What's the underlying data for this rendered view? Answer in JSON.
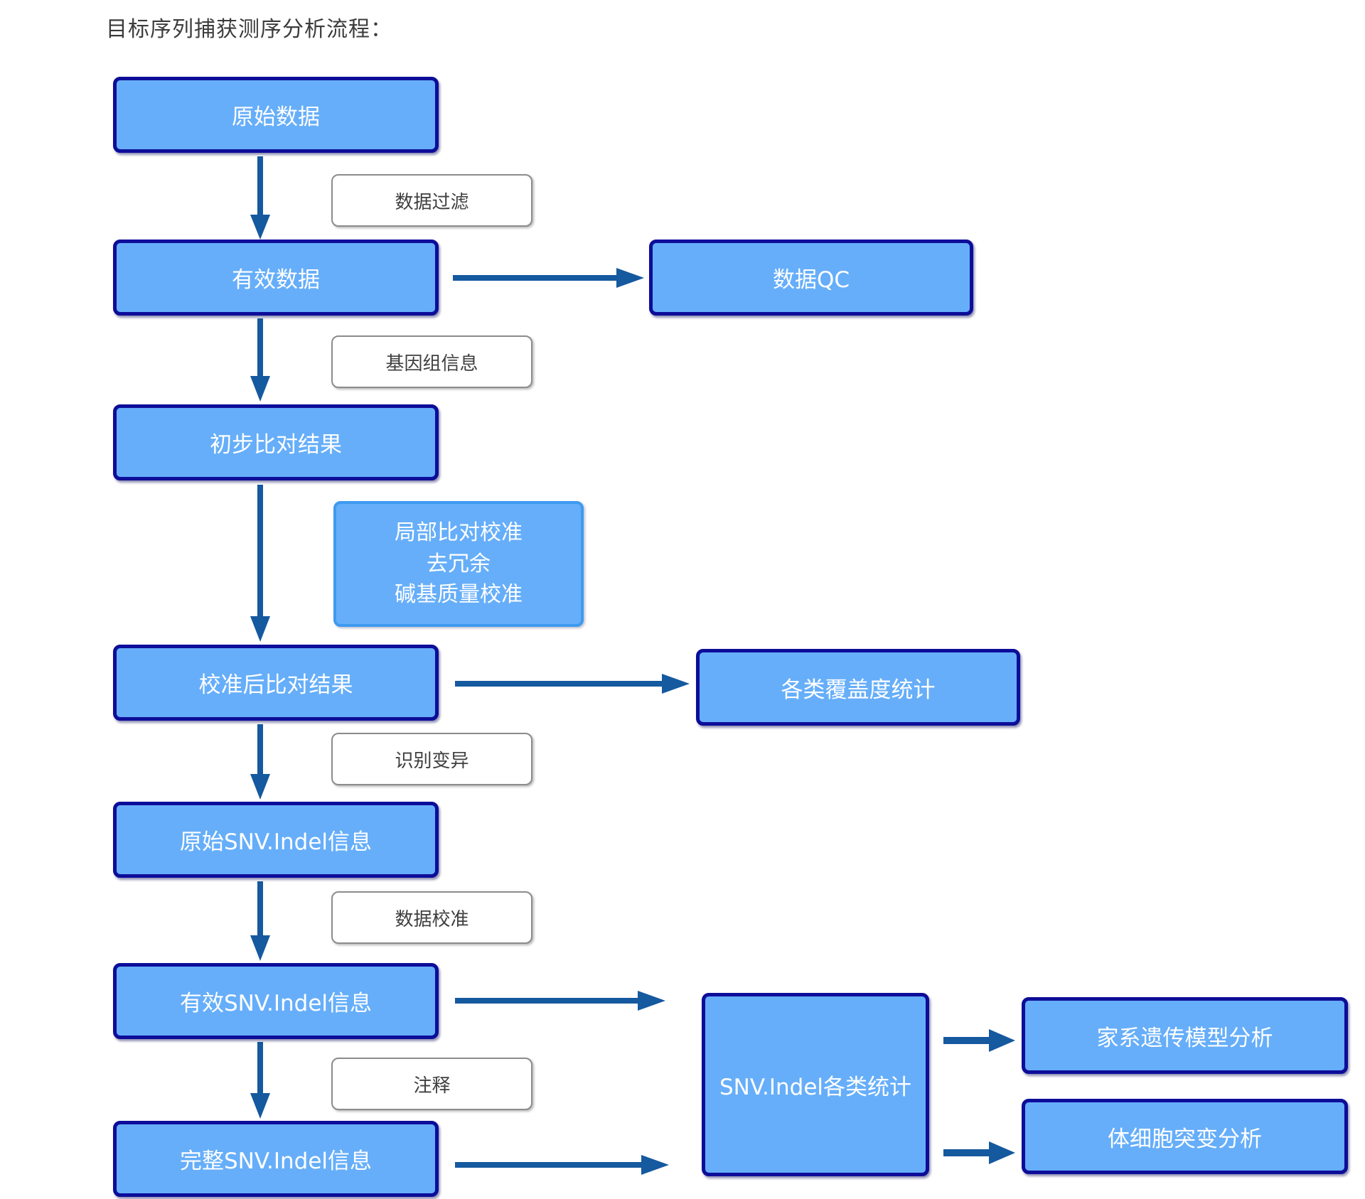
{
  "title": "目标序列捕获测序分析流程：",
  "nodes": {
    "raw_data": "原始数据",
    "valid_data": "有效数据",
    "initial_alignment": "初步比对结果",
    "calibrated_alignment": "校准后比对结果",
    "raw_snv_indel": "原始SNV.Indel信息",
    "valid_snv_indel": "有效SNV.Indel信息",
    "complete_snv_indel": "完整SNV.Indel信息"
  },
  "process_labels": {
    "data_filter": "数据过滤",
    "genome_info": "基因组信息",
    "local_realign": "局部比对校准",
    "dedup": "去冗余",
    "base_recal": "碱基质量校准",
    "variant_calling": "识别变异",
    "data_calibration": "数据校准",
    "annotation": "注释"
  },
  "outputs": {
    "data_qc": "数据QC",
    "coverage_stats": "各类覆盖度统计",
    "snv_indel_stats": "SNV.Indel各类统计",
    "pedigree_model": "家系遗传模型分析",
    "somatic_mutation": "体细胞突变分析"
  },
  "colors": {
    "node_fill": "#66AEF9",
    "node_border": "#0D0D99",
    "blue_process_border": "#3F9AF0",
    "process_box_border": "#8C8C8C",
    "arrow": "#15599F",
    "node_text": "#FFFFFF",
    "label_text": "#3F3F3F"
  }
}
